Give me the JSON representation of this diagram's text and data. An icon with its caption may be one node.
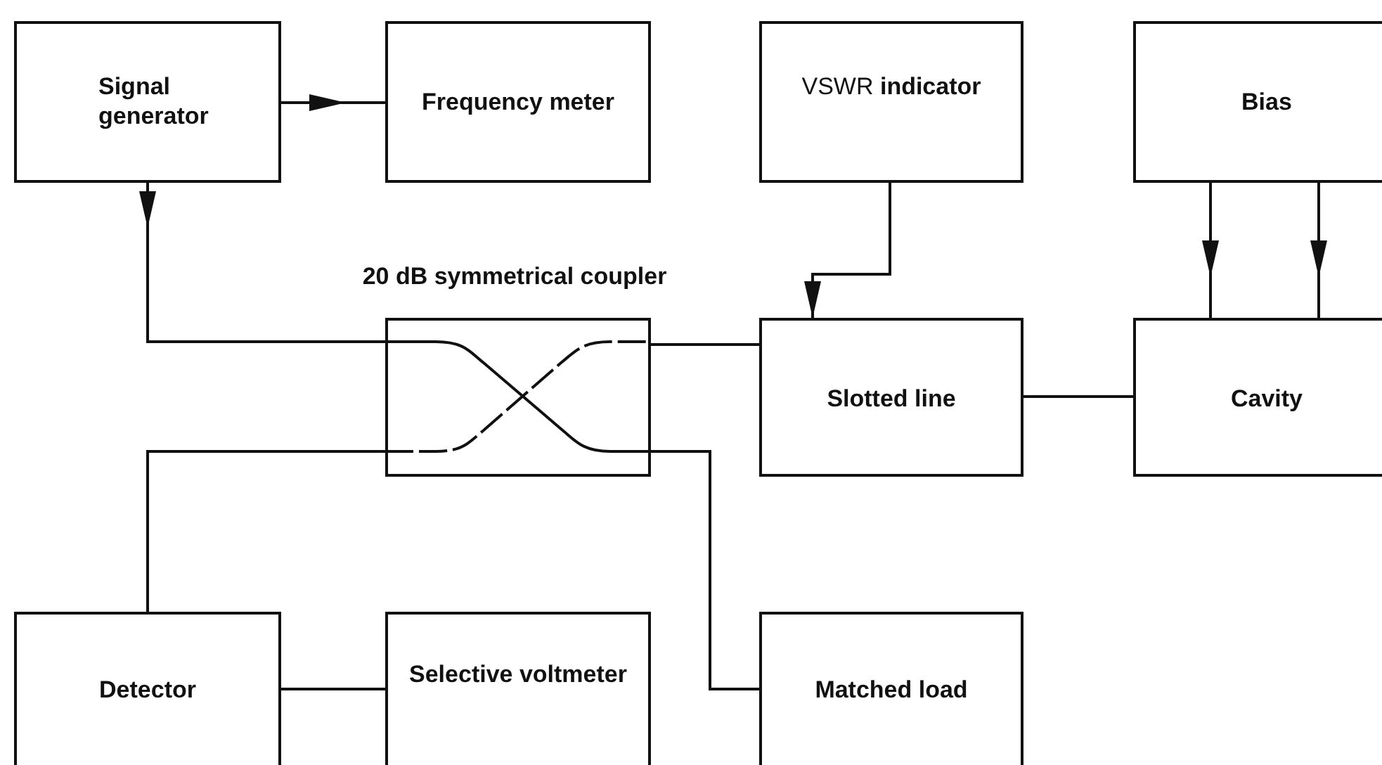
{
  "diagram": {
    "nodes": [
      {
        "text": [
          "Signal generator"
        ]
      },
      {
        "text": [
          "Frequency meter"
        ]
      },
      {
        "text": [
          "VSWR **indicator**"
        ]
      },
      {
        "text": [
          "Bias"
        ]
      },
      {
        "text": [
          "20 dB symmetrical coupler"
        ]
      },
      {
        "text": [
          "Slotted line"
        ]
      },
      {
        "text": [
          "Cavity"
        ]
      },
      {
        "text": [
          "Detector"
        ]
      },
      {
        "text": [
          "Selective voltmeter"
        ]
      },
      {
        "text": [
          "Matched load"
        ]
      }
    ],
    "edges": [
      {
        "from": 0,
        "to": 1,
        "arrow": "to"
      },
      {
        "from": 0,
        "to": 4,
        "arrow": "to"
      },
      {
        "from": 2,
        "to": 5,
        "arrow": "to"
      },
      {
        "from": 3,
        "to": 6,
        "arrow": "to"
      },
      {
        "from": 3,
        "to": 6,
        "arrow": "to"
      },
      {
        "from": 4,
        "to": 5,
        "arrow": "none"
      },
      {
        "from": 5,
        "to": 6,
        "arrow": "none"
      },
      {
        "from": 4,
        "to": 7,
        "arrow": "none"
      },
      {
        "from": 4,
        "to": 9,
        "arrow": "none"
      },
      {
        "from": 7,
        "to": 8,
        "arrow": "none"
      }
    ]
  }
}
